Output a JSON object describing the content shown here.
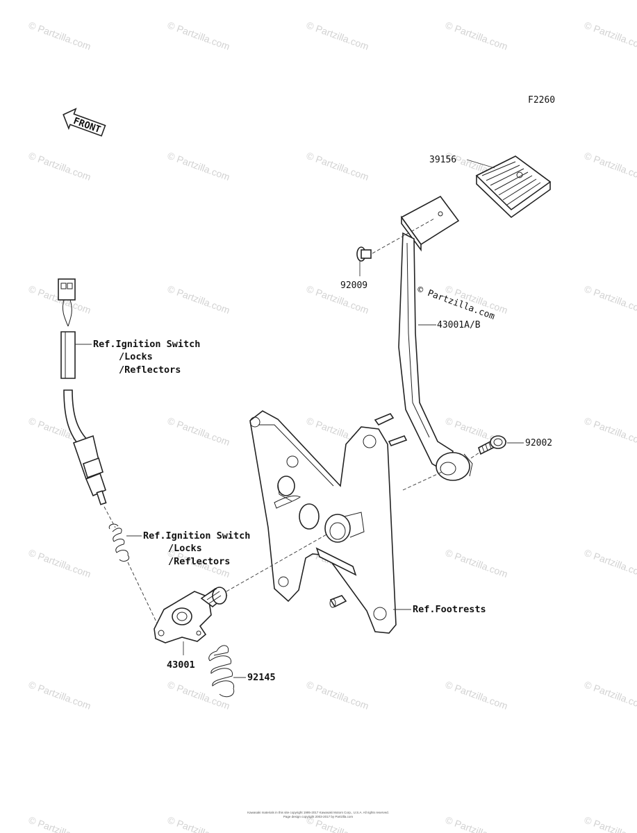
{
  "diagram_code": "F2260",
  "front_arrow_label": "FRONT",
  "watermark_text": "© Partzilla.com",
  "parts": {
    "p39156": "39156",
    "p92009": "92009",
    "p43001ab": "43001A/B",
    "p92002": "92002",
    "p43001": "43001",
    "p92145": "92145"
  },
  "refs": {
    "ignition_top": [
      "Ref.Ignition Switch",
      "/Locks",
      "/Reflectors"
    ],
    "ignition_mid": [
      "Ref.Ignition Switch",
      "/Locks",
      "/Reflectors"
    ],
    "footrests": "Ref.Footrests"
  },
  "copyright_lines": [
    "Kawasaki materials in this site copyright 1995-2017 Kawasaki Motors Corp., U.S.A. All rights reserved.",
    "Page design copyright 2003-2017 by Partzilla.com"
  ],
  "colors": {
    "line": "#222222",
    "watermark": "#d2d2d2"
  }
}
